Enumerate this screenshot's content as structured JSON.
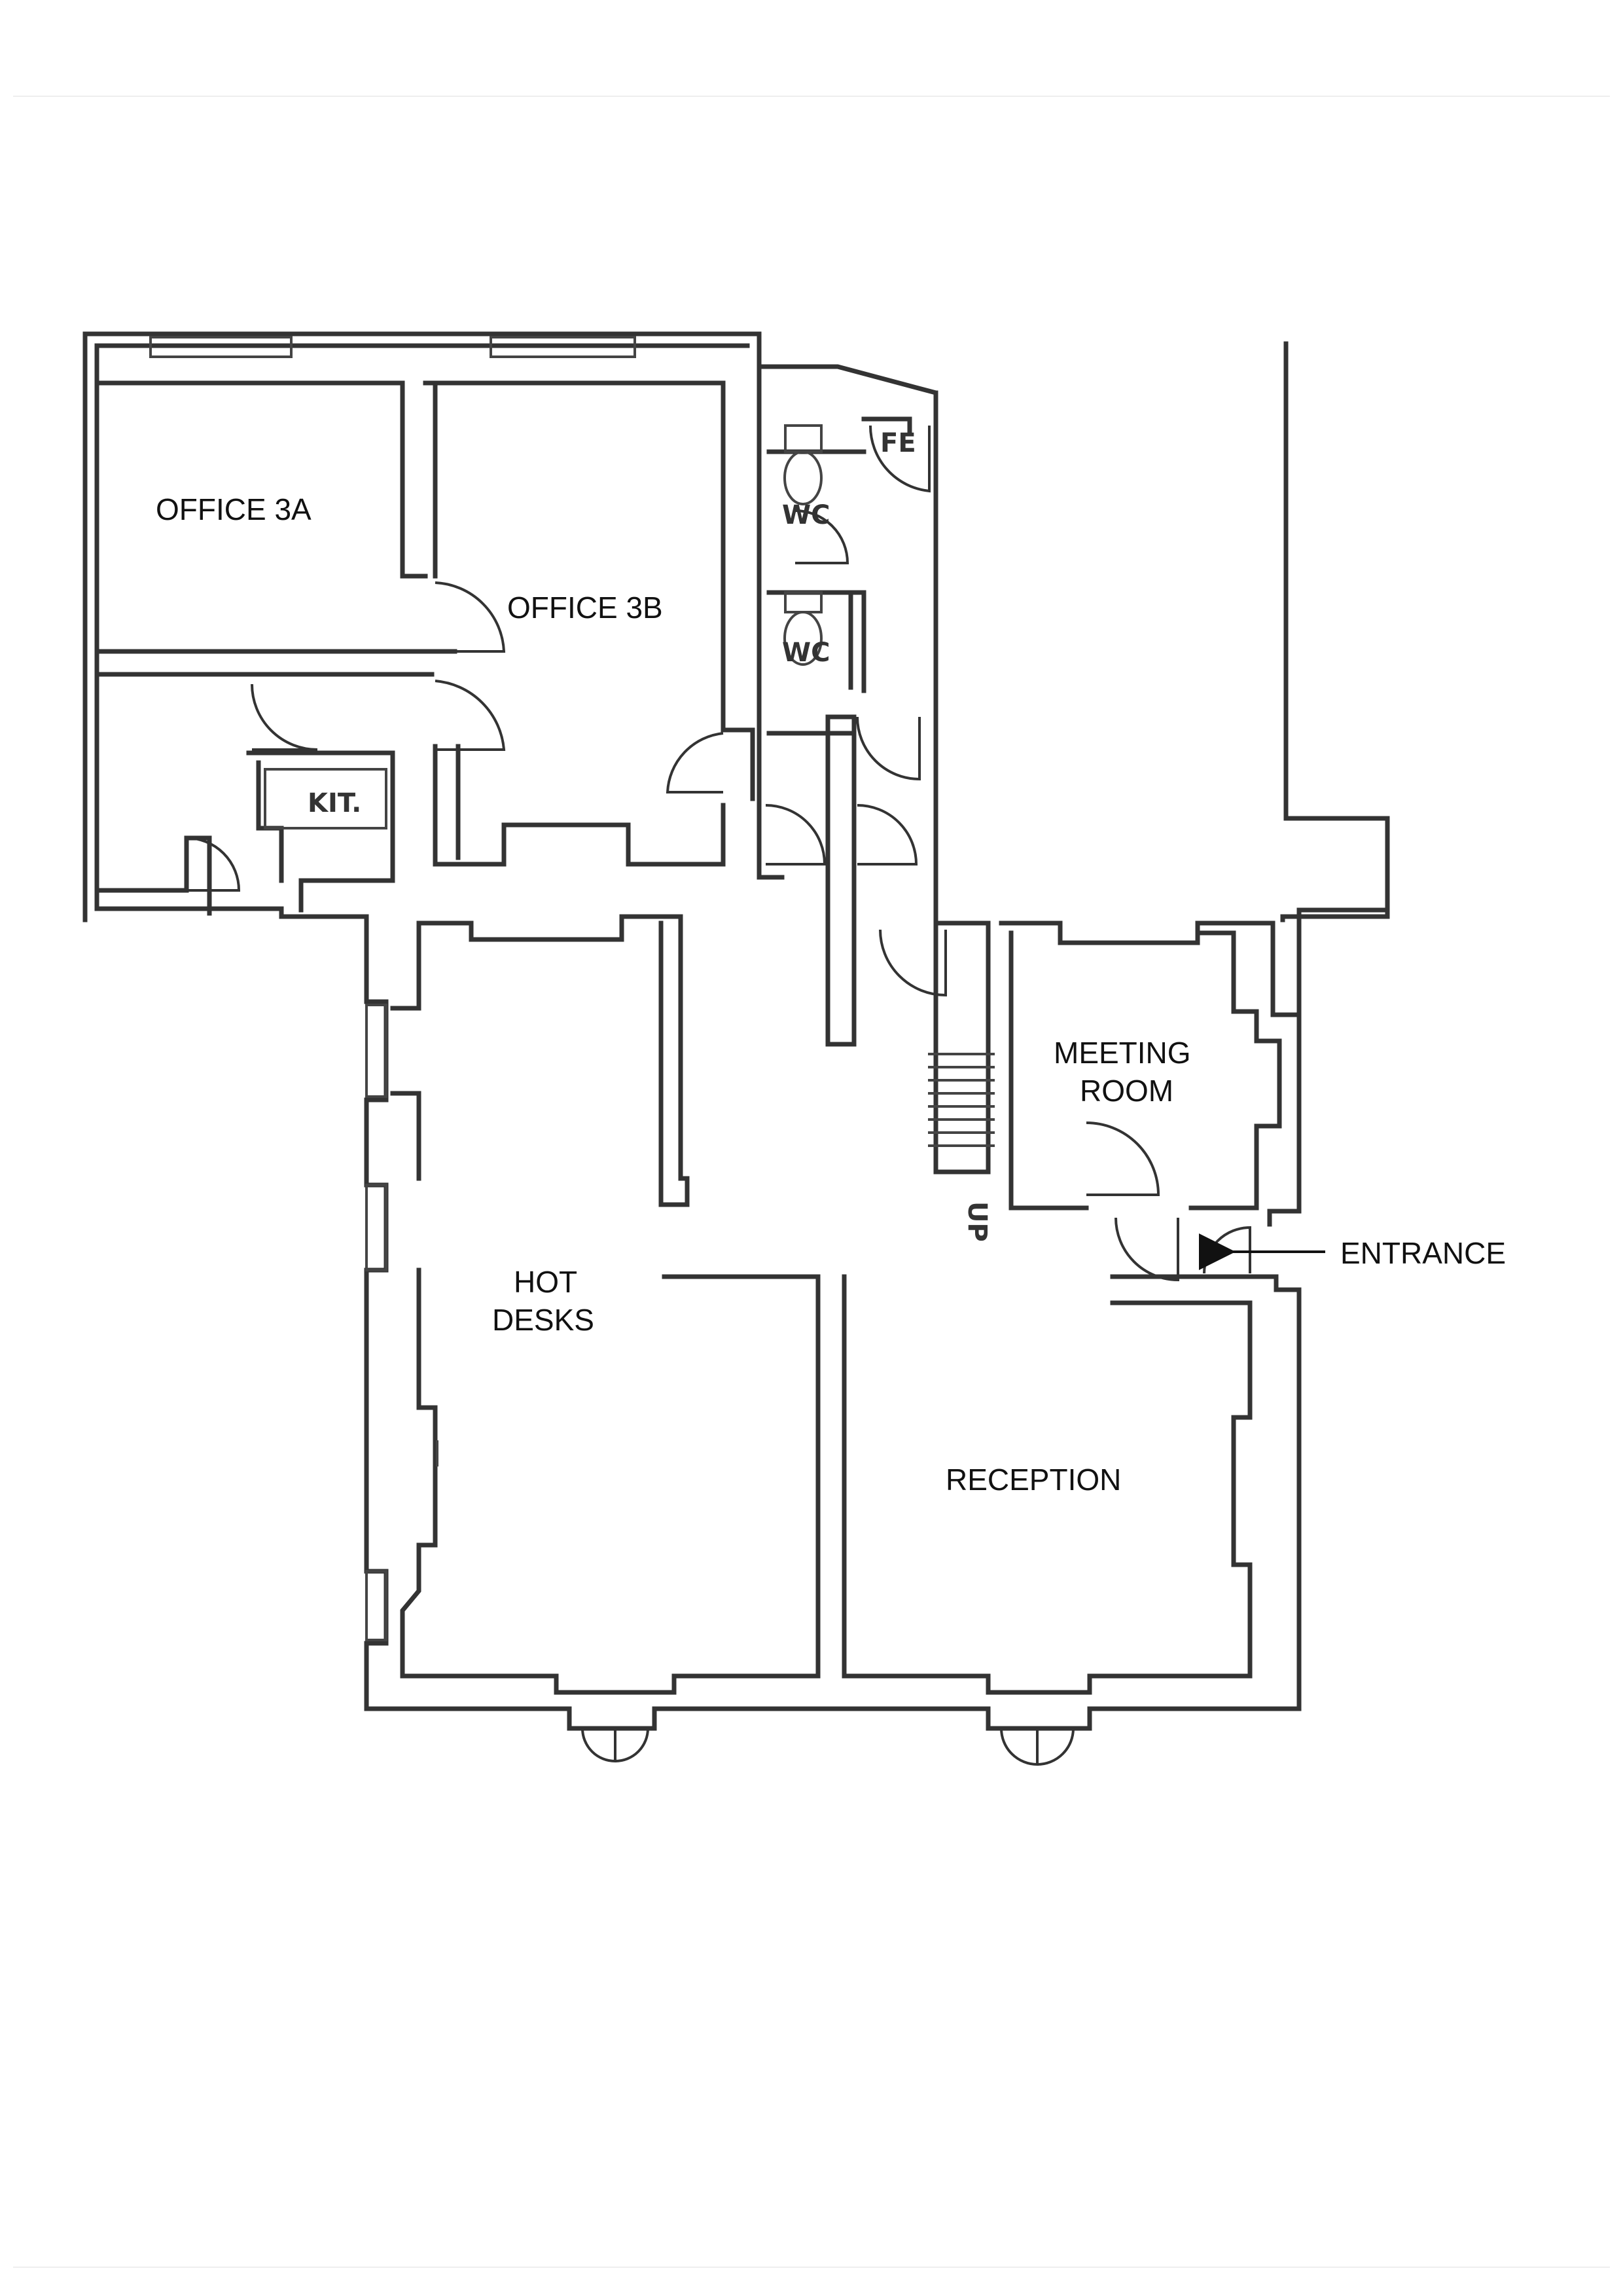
{
  "rooms": {
    "office_3a": "OFFICE 3A",
    "office_3b": "OFFICE 3B",
    "kitchen": "KIT.",
    "wc_upper": "WC",
    "wc_lower": "WC",
    "fire_exit": "FE",
    "meeting_room_line1": "MEETING",
    "meeting_room_line2": "ROOM",
    "hot_desks_line1": "HOT",
    "hot_desks_line2": "DESKS",
    "reception": "RECEPTION",
    "stairs": "UP"
  },
  "annotations": {
    "entrance": "ENTRANCE"
  },
  "colors": {
    "line": "#333333",
    "paper": "#ffffff"
  }
}
